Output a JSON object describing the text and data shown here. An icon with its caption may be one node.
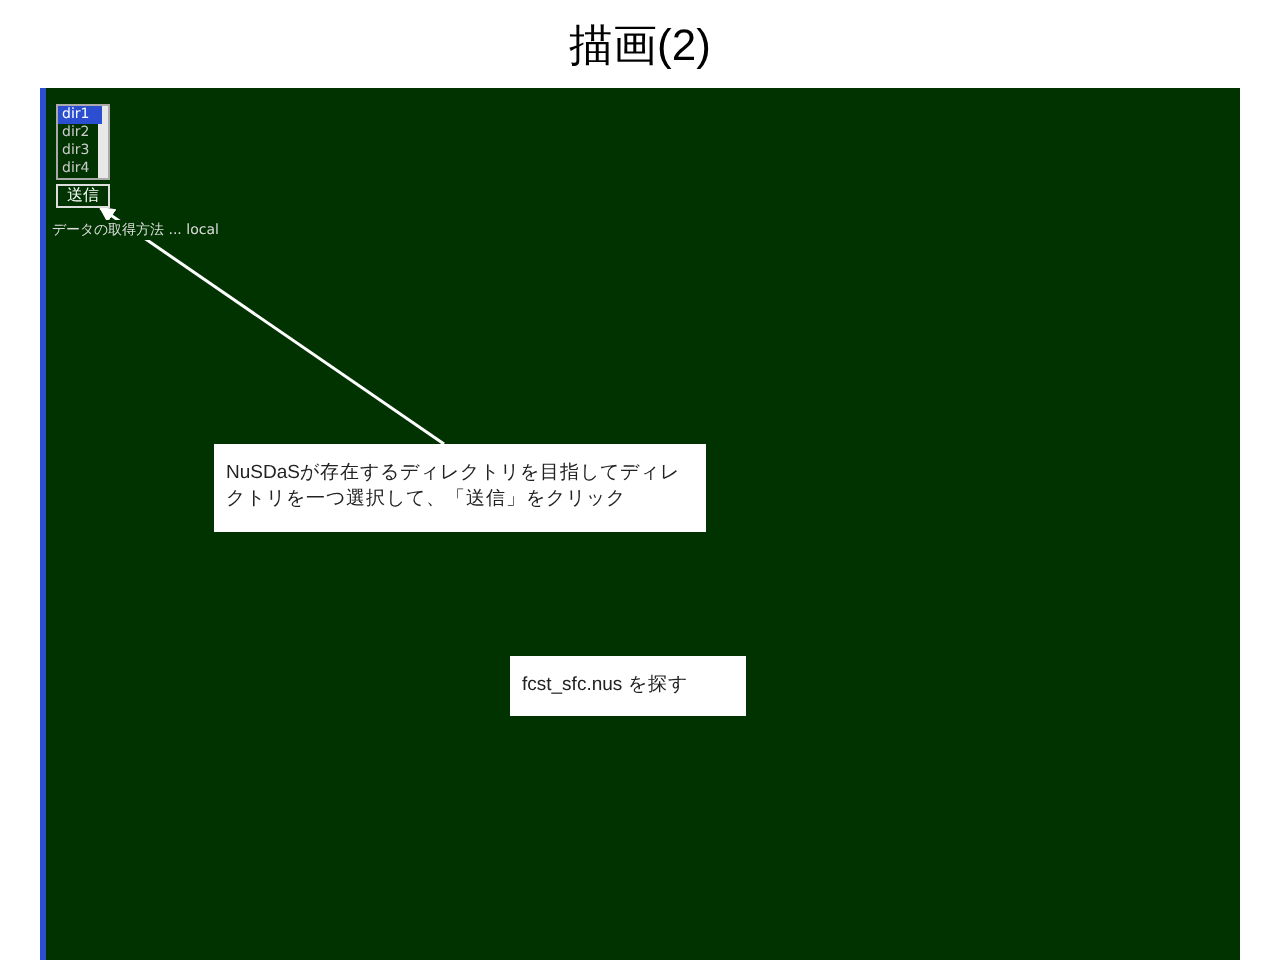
{
  "diagram": {
    "title": "描画(2)",
    "nodes": [
      {
        "text": [
          "送信"
        ]
      },
      {
        "text": [
          "NuSDaSが存在するディレクトリを目指してディレクトリを一つ選択して、「送信」をクリック"
        ]
      },
      {
        "text": [
          "fcst_sfc.nus を探す"
        ]
      }
    ],
    "edges": [
      {
        "from": 1,
        "to": 0,
        "arrow": "to"
      }
    ],
    "labels": [
      "dir1",
      "dir2",
      "dir3",
      "dir4",
      "データの取得方法 ... local"
    ]
  }
}
